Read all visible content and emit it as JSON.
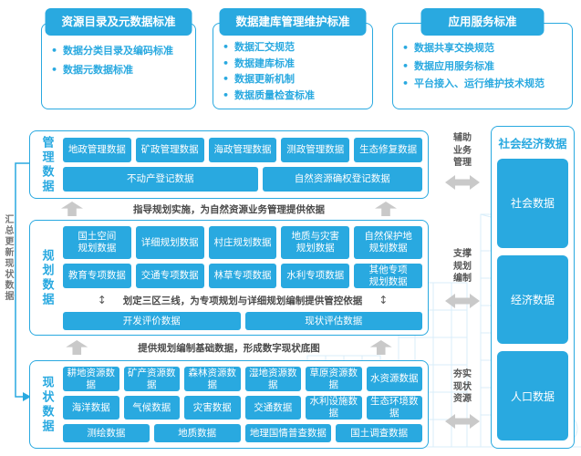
{
  "colors": {
    "primary_blue": "#29a9e0",
    "arrow_gray": "#c9c9c9",
    "note_text": "#4a4a4a",
    "watermark_blue": "#d8eefa"
  },
  "standards": [
    {
      "title": "资源目录及元数据标准",
      "items": [
        "数据分类目录及编码标准",
        "数据元数据标准"
      ]
    },
    {
      "title": "数据建库管理维护标准",
      "items": [
        "数据汇交规范",
        "数据建库标准",
        "数据更新机制",
        "数据质量检查标准"
      ]
    },
    {
      "title": "应用服务标准",
      "items": [
        "数据共享交换规范",
        "数据应用服务标准",
        "平台接入、运行维护技术规范"
      ]
    }
  ],
  "left_rail": {
    "label": "汇总更新现状数据"
  },
  "management": {
    "label": "管理数据",
    "row1": [
      "地政管理数据",
      "矿政管理数据",
      "海政管理数据",
      "测政管理数据",
      "生态修复数据"
    ],
    "row2": [
      "不动产登记数据",
      "自然资源确权登记数据"
    ]
  },
  "connector1": {
    "text": "指导规划实施，为自然资源业务管理提供依据"
  },
  "planning": {
    "label": "规划数据",
    "row1": [
      "国土空间\n规划数据",
      "详细规划数据",
      "村庄规划数据",
      "地质与灾害\n规划数据",
      "自然保护地\n规划数据"
    ],
    "row2": [
      "教育专项数据",
      "交通专项数据",
      "林草专项数据",
      "水利专项数据",
      "其他专项\n规划数据"
    ],
    "note": "划定三区三线，为专项规划与详细规划编制提供管控依据",
    "note_icon": "↕",
    "row3": [
      "开发评价数据",
      "现状评估数据"
    ]
  },
  "connector2": {
    "text": "提供规划编制基础数据，形成数字现状底图"
  },
  "status": {
    "label": "现状数据",
    "row1": [
      "耕地资源数据",
      "矿产资源数据",
      "森林资源数据",
      "湿地资源数据",
      "草原资源数据",
      "水资源数据"
    ],
    "row2": [
      "海洋数据",
      "气候数据",
      "灾害数据",
      "交通数据",
      "水利设施数据",
      "生态环境数据"
    ],
    "row3": [
      "测绘数据",
      "地质数据",
      "地理国情普查数据",
      "国土调查数据"
    ]
  },
  "annotations": [
    {
      "label": "辅助业务管理"
    },
    {
      "label": "支撑规划编制"
    },
    {
      "label": "夯实现状资源"
    }
  ],
  "socioeconomic": {
    "title": "社会经济数据",
    "boxes": [
      "社会数据",
      "经济数据",
      "人口数据"
    ]
  }
}
